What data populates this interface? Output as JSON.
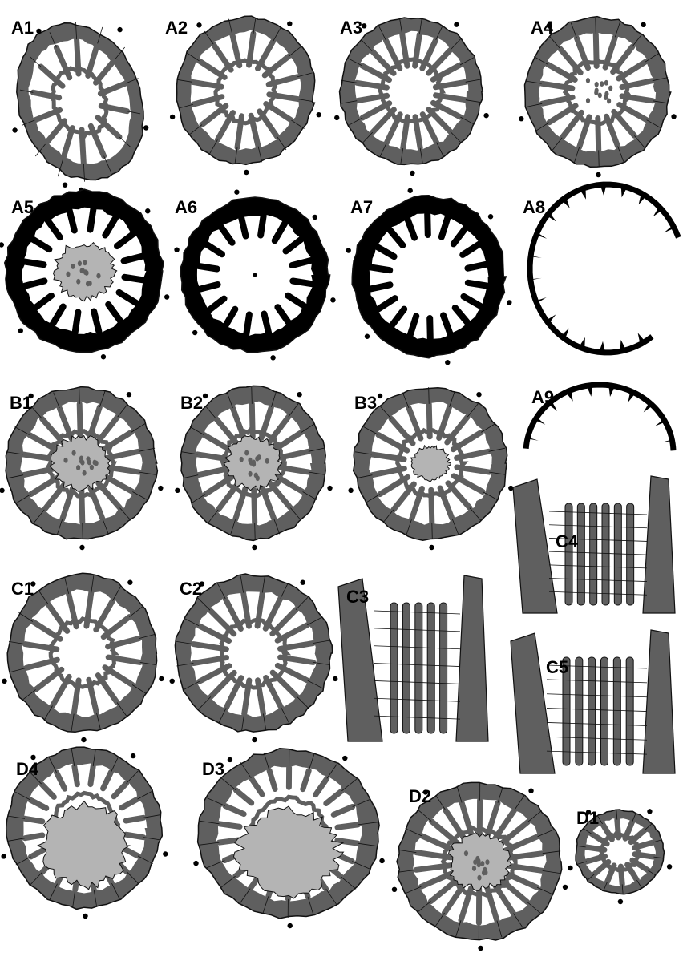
{
  "panels": [
    {
      "label": "A1",
      "style": "wall",
      "core": "open",
      "shape": "oval"
    },
    {
      "label": "A2",
      "style": "wall",
      "core": "open",
      "shape": "round"
    },
    {
      "label": "A3",
      "style": "wall",
      "core": "open",
      "shape": "round"
    },
    {
      "label": "A4",
      "style": "wall",
      "core": "pores",
      "shape": "round"
    },
    {
      "label": "A5",
      "style": "black",
      "core": "shaded",
      "shape": "round"
    },
    {
      "label": "A6",
      "style": "black",
      "core": "none",
      "shape": "round"
    },
    {
      "label": "A7",
      "style": "black",
      "core": "none",
      "shape": "round"
    },
    {
      "label": "A8",
      "style": "rim",
      "core": "none",
      "shape": "arc"
    },
    {
      "label": "A9",
      "style": "rim",
      "core": "none",
      "shape": "halfarc"
    },
    {
      "label": "B1",
      "style": "wall",
      "core": "shaded",
      "shape": "round"
    },
    {
      "label": "B2",
      "style": "wall",
      "core": "shaded",
      "shape": "round"
    },
    {
      "label": "B3",
      "style": "wall",
      "core": "small",
      "shape": "round"
    },
    {
      "label": "C1",
      "style": "wall",
      "core": "open",
      "shape": "broken"
    },
    {
      "label": "C2",
      "style": "wall",
      "core": "open",
      "shape": "round"
    },
    {
      "label": "C3",
      "style": "long",
      "core": "none",
      "shape": "long"
    },
    {
      "label": "C4",
      "style": "long",
      "core": "none",
      "shape": "long"
    },
    {
      "label": "C5",
      "style": "long",
      "core": "none",
      "shape": "long"
    },
    {
      "label": "D4",
      "style": "wall",
      "core": "infill",
      "shape": "large"
    },
    {
      "label": "D3",
      "style": "wall",
      "core": "infill",
      "shape": "large"
    },
    {
      "label": "D2",
      "style": "wall",
      "core": "shaded",
      "shape": "round"
    },
    {
      "label": "D1",
      "style": "wall",
      "core": "open",
      "shape": "small"
    }
  ],
  "colors": {
    "wall": "#5f5f5f",
    "stroke": "#111111",
    "infill": "#b4b4b4",
    "black": "#000000",
    "paper": "#ffffff"
  }
}
